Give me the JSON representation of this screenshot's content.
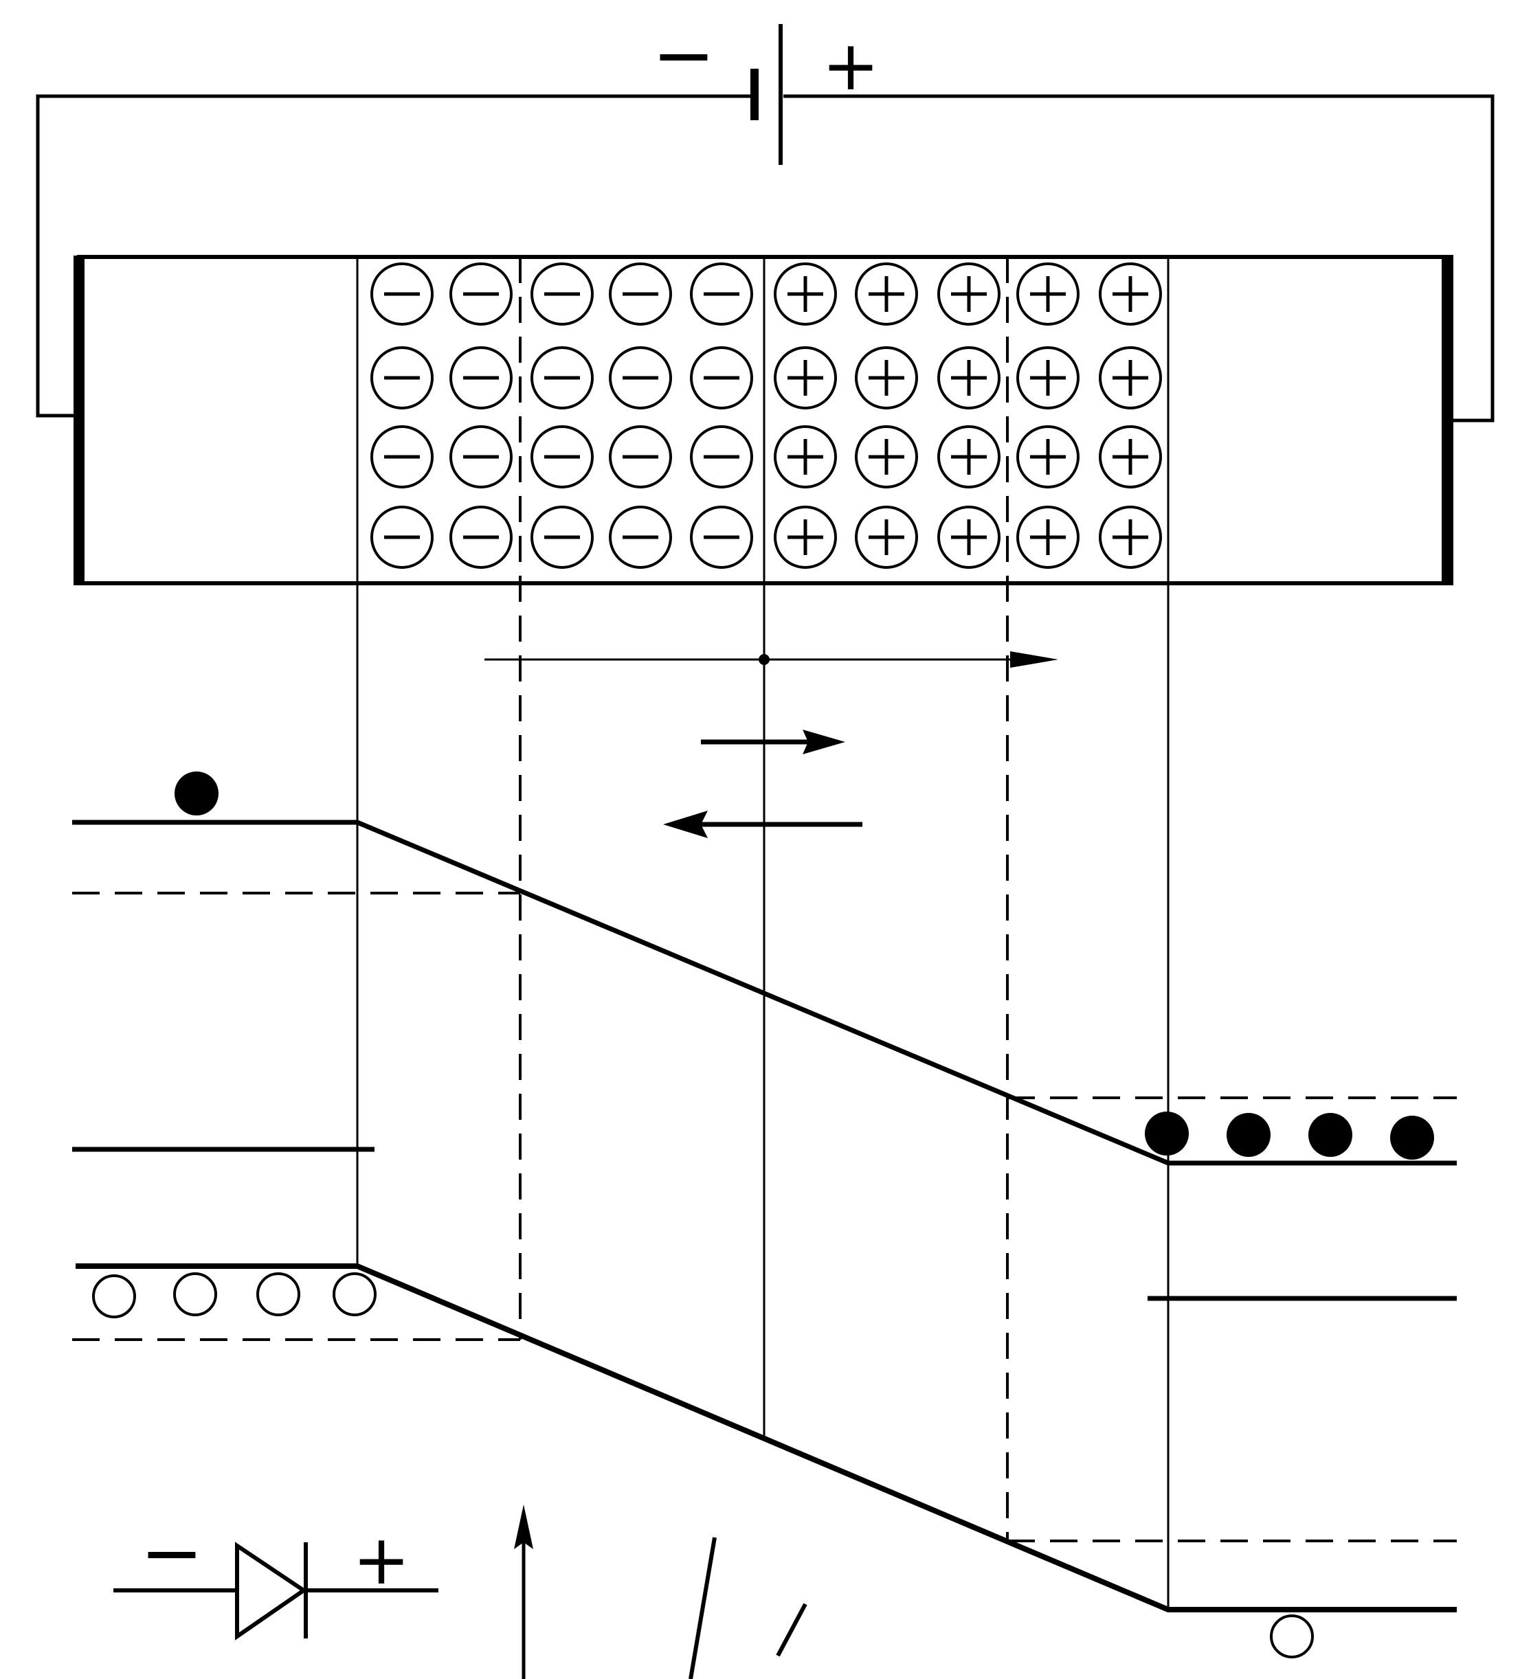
{
  "battery": {
    "negative_label": "−",
    "positive_label": "+"
  },
  "junction": {
    "negative_ion_symbol": "−",
    "positive_ion_symbol": "+",
    "rows": 4,
    "negative_ion_columns": 5,
    "positive_ion_columns": 5
  },
  "diode_symbol": {
    "negative_label": "−",
    "positive_label": "+"
  },
  "colors": {
    "ink": "#000000",
    "background": "#ffffff"
  }
}
